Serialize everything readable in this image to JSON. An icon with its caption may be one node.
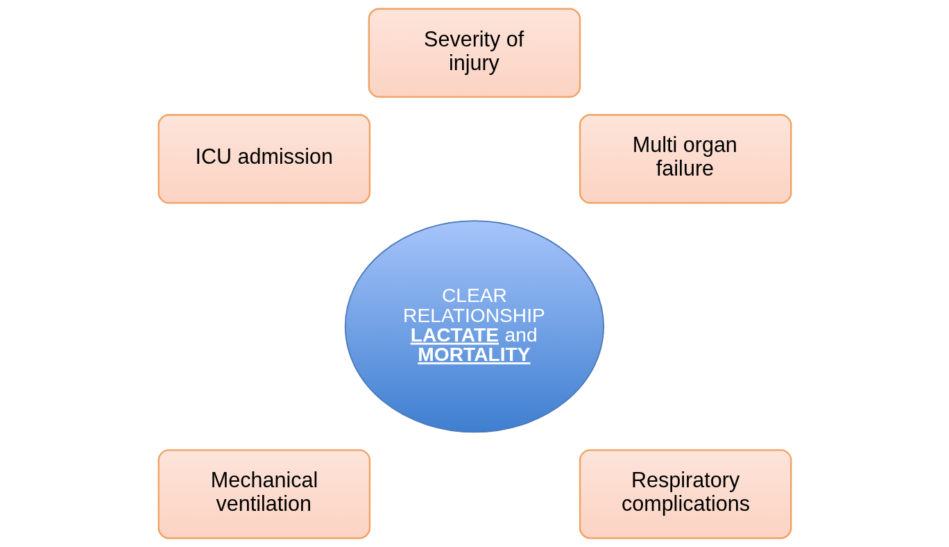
{
  "diagram": {
    "nodes": [
      {
        "text": [
          "Severity of injury"
        ]
      },
      {
        "text": [
          "ICU admission"
        ]
      },
      {
        "text": [
          "Multi organ failure"
        ]
      },
      {
        "text": [
          "CLEAR RELATIONSHIP **LACTATE** and **MORTALITY**"
        ]
      },
      {
        "text": [
          "Mechanical ventilation"
        ]
      },
      {
        "text": [
          "Respiratory complications"
        ]
      }
    ]
  }
}
